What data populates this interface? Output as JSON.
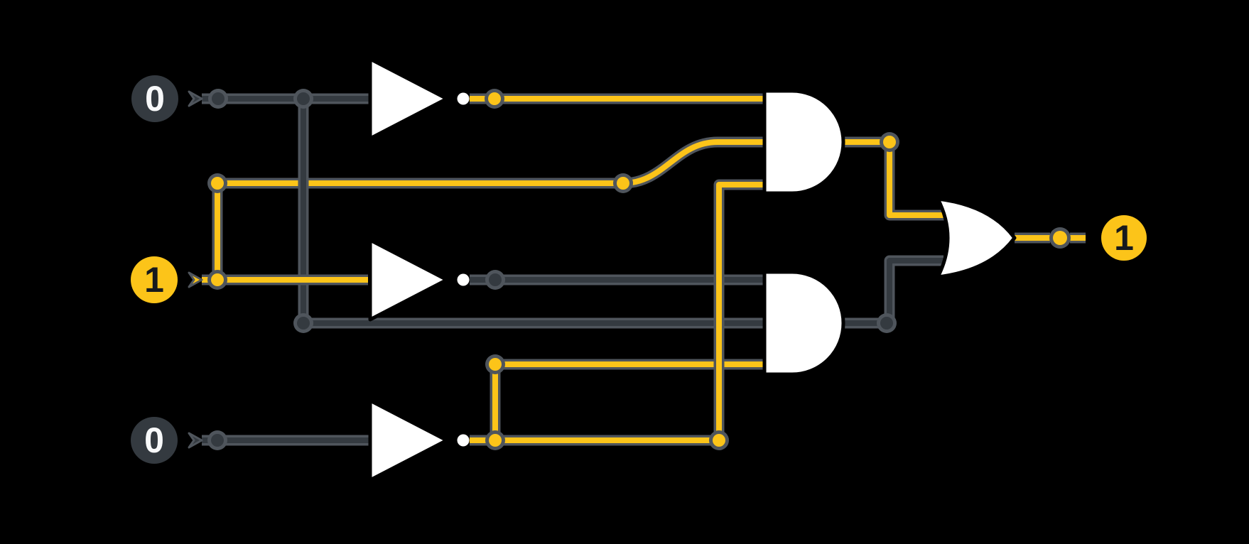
{
  "title": "Logic gate circuit simulation",
  "colors": {
    "background": "#000000",
    "wire_high": "#fcc419",
    "wire_low": "#343a40",
    "wire_outline": "#4f555c",
    "gate_fill": "#ffffff",
    "node_high_fill": "#fcc419",
    "node_high_text": "#16191d",
    "node_low_fill": "#343a40",
    "node_low_text": "#f8f9fa"
  },
  "inputs": [
    {
      "id": "input-a",
      "label": "0",
      "state": "low"
    },
    {
      "id": "input-b",
      "label": "1",
      "state": "high"
    },
    {
      "id": "input-c",
      "label": "0",
      "state": "low"
    }
  ],
  "output": {
    "id": "output",
    "label": "1",
    "state": "high"
  },
  "gates": [
    {
      "id": "not-a",
      "type": "NOT",
      "input_states": [
        "low"
      ],
      "output_state": "high"
    },
    {
      "id": "not-b",
      "type": "NOT",
      "input_states": [
        "high"
      ],
      "output_state": "low"
    },
    {
      "id": "not-c",
      "type": "NOT",
      "input_states": [
        "low"
      ],
      "output_state": "high"
    },
    {
      "id": "and-top",
      "type": "AND",
      "input_states": [
        "high",
        "high",
        "high"
      ],
      "output_state": "high"
    },
    {
      "id": "and-bottom",
      "type": "AND",
      "input_states": [
        "low",
        "low",
        "high"
      ],
      "output_state": "low"
    },
    {
      "id": "or-final",
      "type": "OR",
      "input_states": [
        "high",
        "low"
      ],
      "output_state": "high"
    }
  ],
  "wires": [
    {
      "id": "wire-b-to-andtop",
      "state": "high"
    },
    {
      "id": "wire-input-a",
      "state": "low"
    },
    {
      "id": "wire-a-to-andbottom",
      "state": "low"
    },
    {
      "id": "wire-input-b",
      "state": "high"
    },
    {
      "id": "wire-input-c",
      "state": "low"
    },
    {
      "id": "wire-notb-to-andbottom",
      "state": "low"
    },
    {
      "id": "wire-notc-output",
      "state": "high"
    },
    {
      "id": "wire-notc-to-andbottom",
      "state": "high"
    },
    {
      "id": "wire-notc-to-andtop",
      "state": "high"
    },
    {
      "id": "wire-nota-to-andtop",
      "state": "high"
    },
    {
      "id": "wire-andtop-to-or",
      "state": "high"
    },
    {
      "id": "wire-andbottom-to-or",
      "state": "low"
    },
    {
      "id": "wire-or-output",
      "state": "high"
    }
  ]
}
